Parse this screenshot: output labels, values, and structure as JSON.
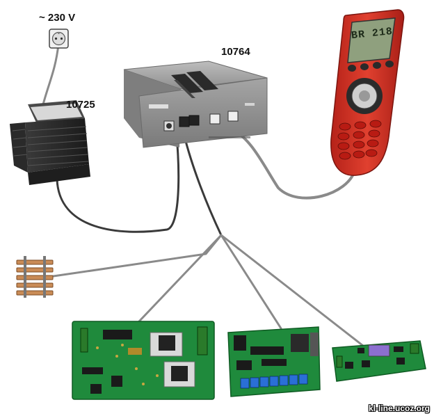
{
  "labels": {
    "mains_voltage": "~ 230 V",
    "transformer_id": "10725",
    "amplifier_id": "10764",
    "handheld_display": "BR 218"
  },
  "watermark": "kl-line.ucoz.org",
  "colors": {
    "cable": "#8a8a8a",
    "cable_dark": "#2e2e2e",
    "handheld_body": "#d8362c",
    "amplifier_body": "#9c9c9c",
    "pcb_green": "#1f8a3c",
    "track_wood": "#c98b56"
  },
  "icons": [
    "wall-socket-icon",
    "transformer-icon",
    "amplifier-icon",
    "handheld-controller-icon",
    "track-icon",
    "decoder-board-icon"
  ]
}
